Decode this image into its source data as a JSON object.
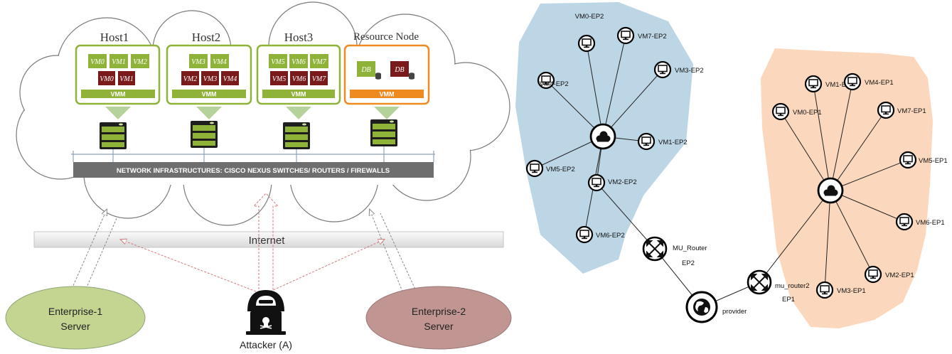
{
  "cloud_diagram": {
    "hosts": [
      {
        "title": "Host1",
        "vms_green": [
          "VM0",
          "VM1",
          "VM2"
        ],
        "vms_red": [
          "VM0",
          "VM1"
        ],
        "vmm": "VMM"
      },
      {
        "title": "Host2",
        "vms_green": [
          "VM3",
          "VM4"
        ],
        "vms_red": [
          "VM2",
          "VM3",
          "VM4"
        ],
        "vmm": "VMM"
      },
      {
        "title": "Host3",
        "vms_green": [
          "VM5",
          "VM6",
          "VM7"
        ],
        "vms_red": [
          "VM5",
          "VM6",
          "VM7"
        ],
        "vmm": "VMM"
      }
    ],
    "resource_node": {
      "title": "Resource Node",
      "dbs": [
        "DB",
        "DB"
      ],
      "vmm": "VMM"
    },
    "infrastructure_bar": "NETWORK INFRASTRUCTURES: CISCO NEXUS SWITCHES/ ROUTERS / FIREWALLS",
    "internet_label": "Internet",
    "enterprise_1": [
      "Enterprise-1",
      "Server"
    ],
    "enterprise_2": [
      "Enterprise-2",
      "Server"
    ],
    "attacker_label": "Attacker (A)",
    "colors": {
      "green": "#8fb339",
      "dark_red": "#7a1a1a",
      "orange": "#ee8a1f",
      "bar_gray": "#6e6e6e",
      "ent1": "#c3d591",
      "ent2": "#c09592"
    }
  },
  "network_graph": {
    "ep2_region_color": "#bcd6e6",
    "ep1_region_color": "#fbd8bd",
    "ep2_nodes": [
      "VM0-EP2",
      "VM7-EP2",
      "VM3-EP2",
      "VM4-EP2",
      "VM1-EP2",
      "VM5-EP2",
      "VM2-EP2",
      "VM6-EP2"
    ],
    "ep1_nodes": [
      "VM1-EP1",
      "VM4-EP1",
      "VM0-EP1",
      "VM7-EP1",
      "VM5-EP1",
      "VM6-EP1",
      "VM2-EP1",
      "VM3-EP1"
    ],
    "router_ep2": [
      "MU_Router",
      "EP2"
    ],
    "router_ep1": [
      "mu_router2",
      "EP1"
    ],
    "provider": "provider"
  }
}
